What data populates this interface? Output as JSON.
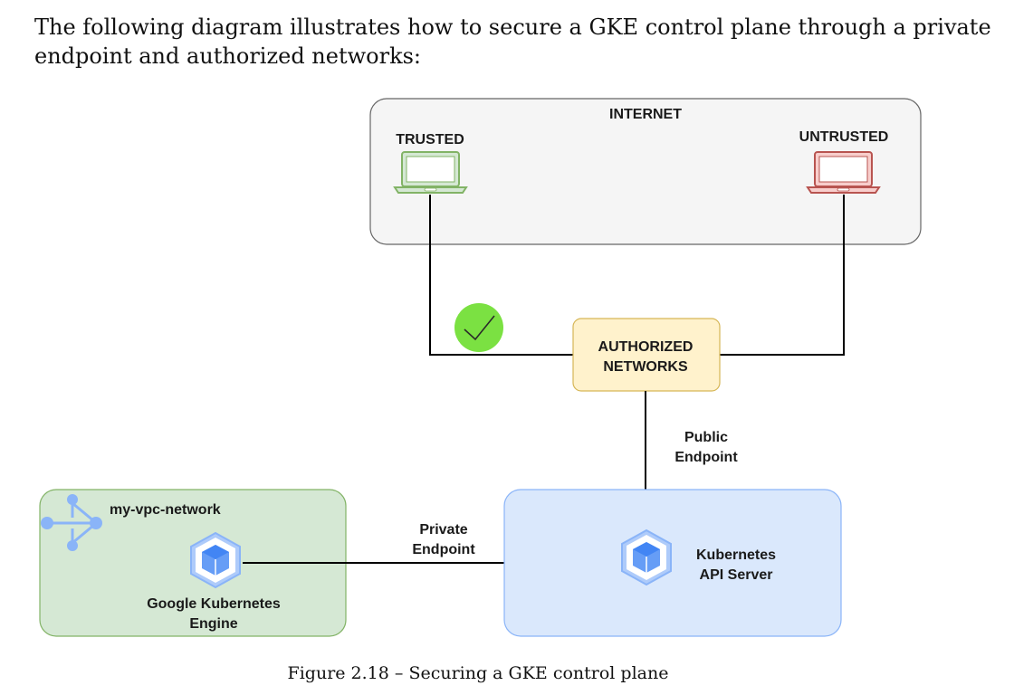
{
  "intro_text": "The following diagram illustrates how to secure a GKE control plane through a private endpoint and authorized networks:",
  "caption": "Figure 2.18 – Securing a GKE control plane",
  "diagram": {
    "internet": {
      "label": "INTERNET",
      "trusted_label": "TRUSTED",
      "untrusted_label": "UNTRUSTED"
    },
    "authorized_networks": {
      "line1": "AUTHORIZED",
      "line2": "NETWORKS"
    },
    "public_endpoint": {
      "line1": "Public",
      "line2": "Endpoint"
    },
    "private_endpoint": {
      "line1": "Private",
      "line2": "Endpoint"
    },
    "vpc": {
      "label": "my-vpc-network",
      "gke_line1": "Google Kubernetes",
      "gke_line2": "Engine"
    },
    "api_server": {
      "line1": "Kubernetes",
      "line2": "API Server"
    },
    "colors": {
      "trusted": "#82b366",
      "untrusted": "#b85450",
      "internet_fill": "#f5f5f5",
      "authorized_fill": "#fff2cc",
      "vpc_fill": "#d5e8d4",
      "api_fill": "#dae8fc",
      "check": "#7be142",
      "gke_icon": "#8ab4f8"
    },
    "icons": [
      "laptop-icon",
      "check-icon",
      "vpc-network-icon",
      "kubernetes-engine-icon"
    ]
  }
}
